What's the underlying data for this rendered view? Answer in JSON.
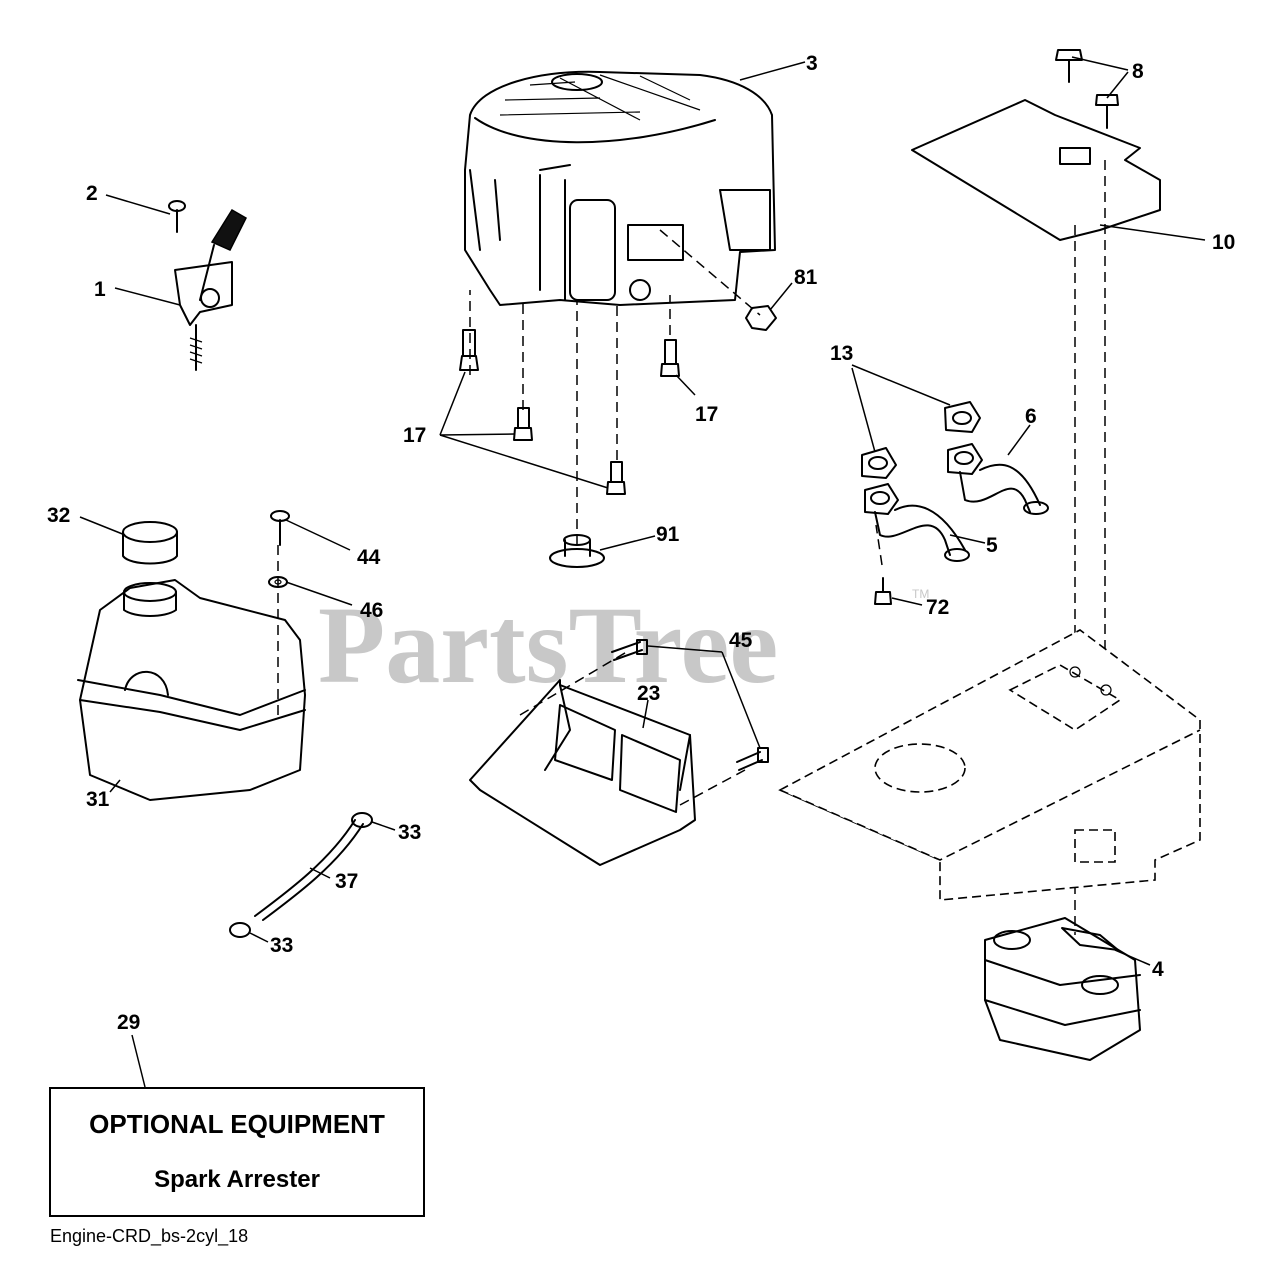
{
  "diagram_id": "Engine-CRD_bs-2cyl_18",
  "watermark": {
    "text": "PartsTree",
    "trademark": "TM"
  },
  "optional_box": {
    "title": "OPTIONAL EQUIPMENT",
    "subtitle": "Spark Arrester"
  },
  "callouts": {
    "c1": "1",
    "c2": "2",
    "c3": "3",
    "c4": "4",
    "c5": "5",
    "c6": "6",
    "c8": "8",
    "c10": "10",
    "c13": "13",
    "c17a": "17",
    "c17b": "17",
    "c23": "23",
    "c29": "29",
    "c31": "31",
    "c32": "32",
    "c33a": "33",
    "c33b": "33",
    "c37": "37",
    "c44": "44",
    "c45": "45",
    "c46": "46",
    "c72": "72",
    "c81": "81",
    "c91": "91"
  }
}
